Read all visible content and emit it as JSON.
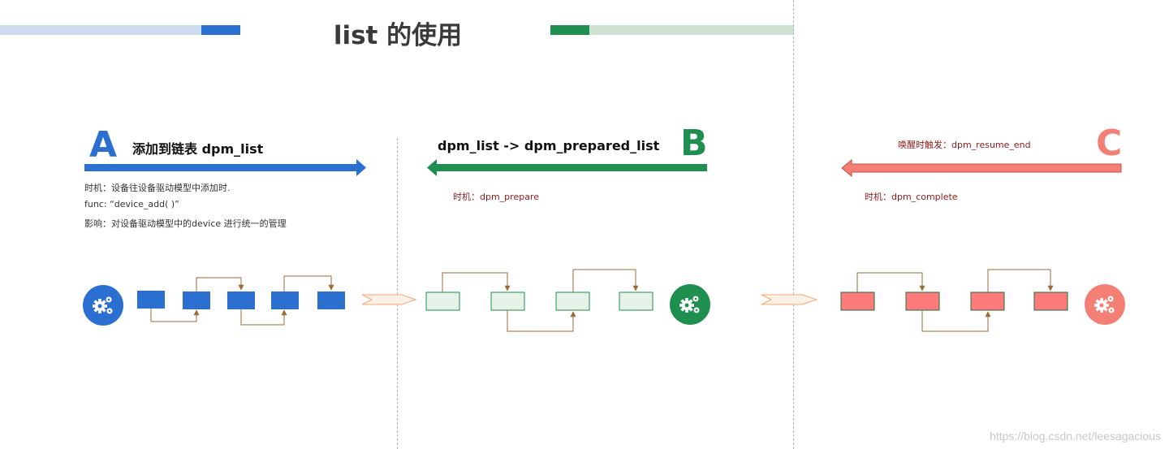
{
  "title": "list 的使用",
  "colors": {
    "blue": "#2b6fd1",
    "blue_light": "#ccdcee",
    "green": "#1f8f4f",
    "green_light": "#cfe3d3",
    "salmon": "#f47f74",
    "salmon_box": "#ff7a7a",
    "link": "#9c6a34",
    "chevron": "#f2a87a"
  },
  "section_a": {
    "letter": "A",
    "heading": "添加到链表 dpm_list",
    "lines": [
      "时机：设备往设备驱动模型中添加时.",
      "func:   “device_add( )”",
      "影响：对设备驱动模型中的device 进行统一的管理"
    ],
    "icon": "gears-icon"
  },
  "section_b": {
    "letter": "B",
    "heading": "dpm_list -> dpm_prepared_list",
    "timing": "时机：dpm_prepare",
    "icon": "gears-icon"
  },
  "section_c": {
    "letter": "C",
    "heading": "唤醒时触发：dpm_resume_end",
    "timing": "时机：dpm_complete",
    "icon": "gears-icon"
  },
  "watermark": "https://blog.csdn.net/leesagacious"
}
